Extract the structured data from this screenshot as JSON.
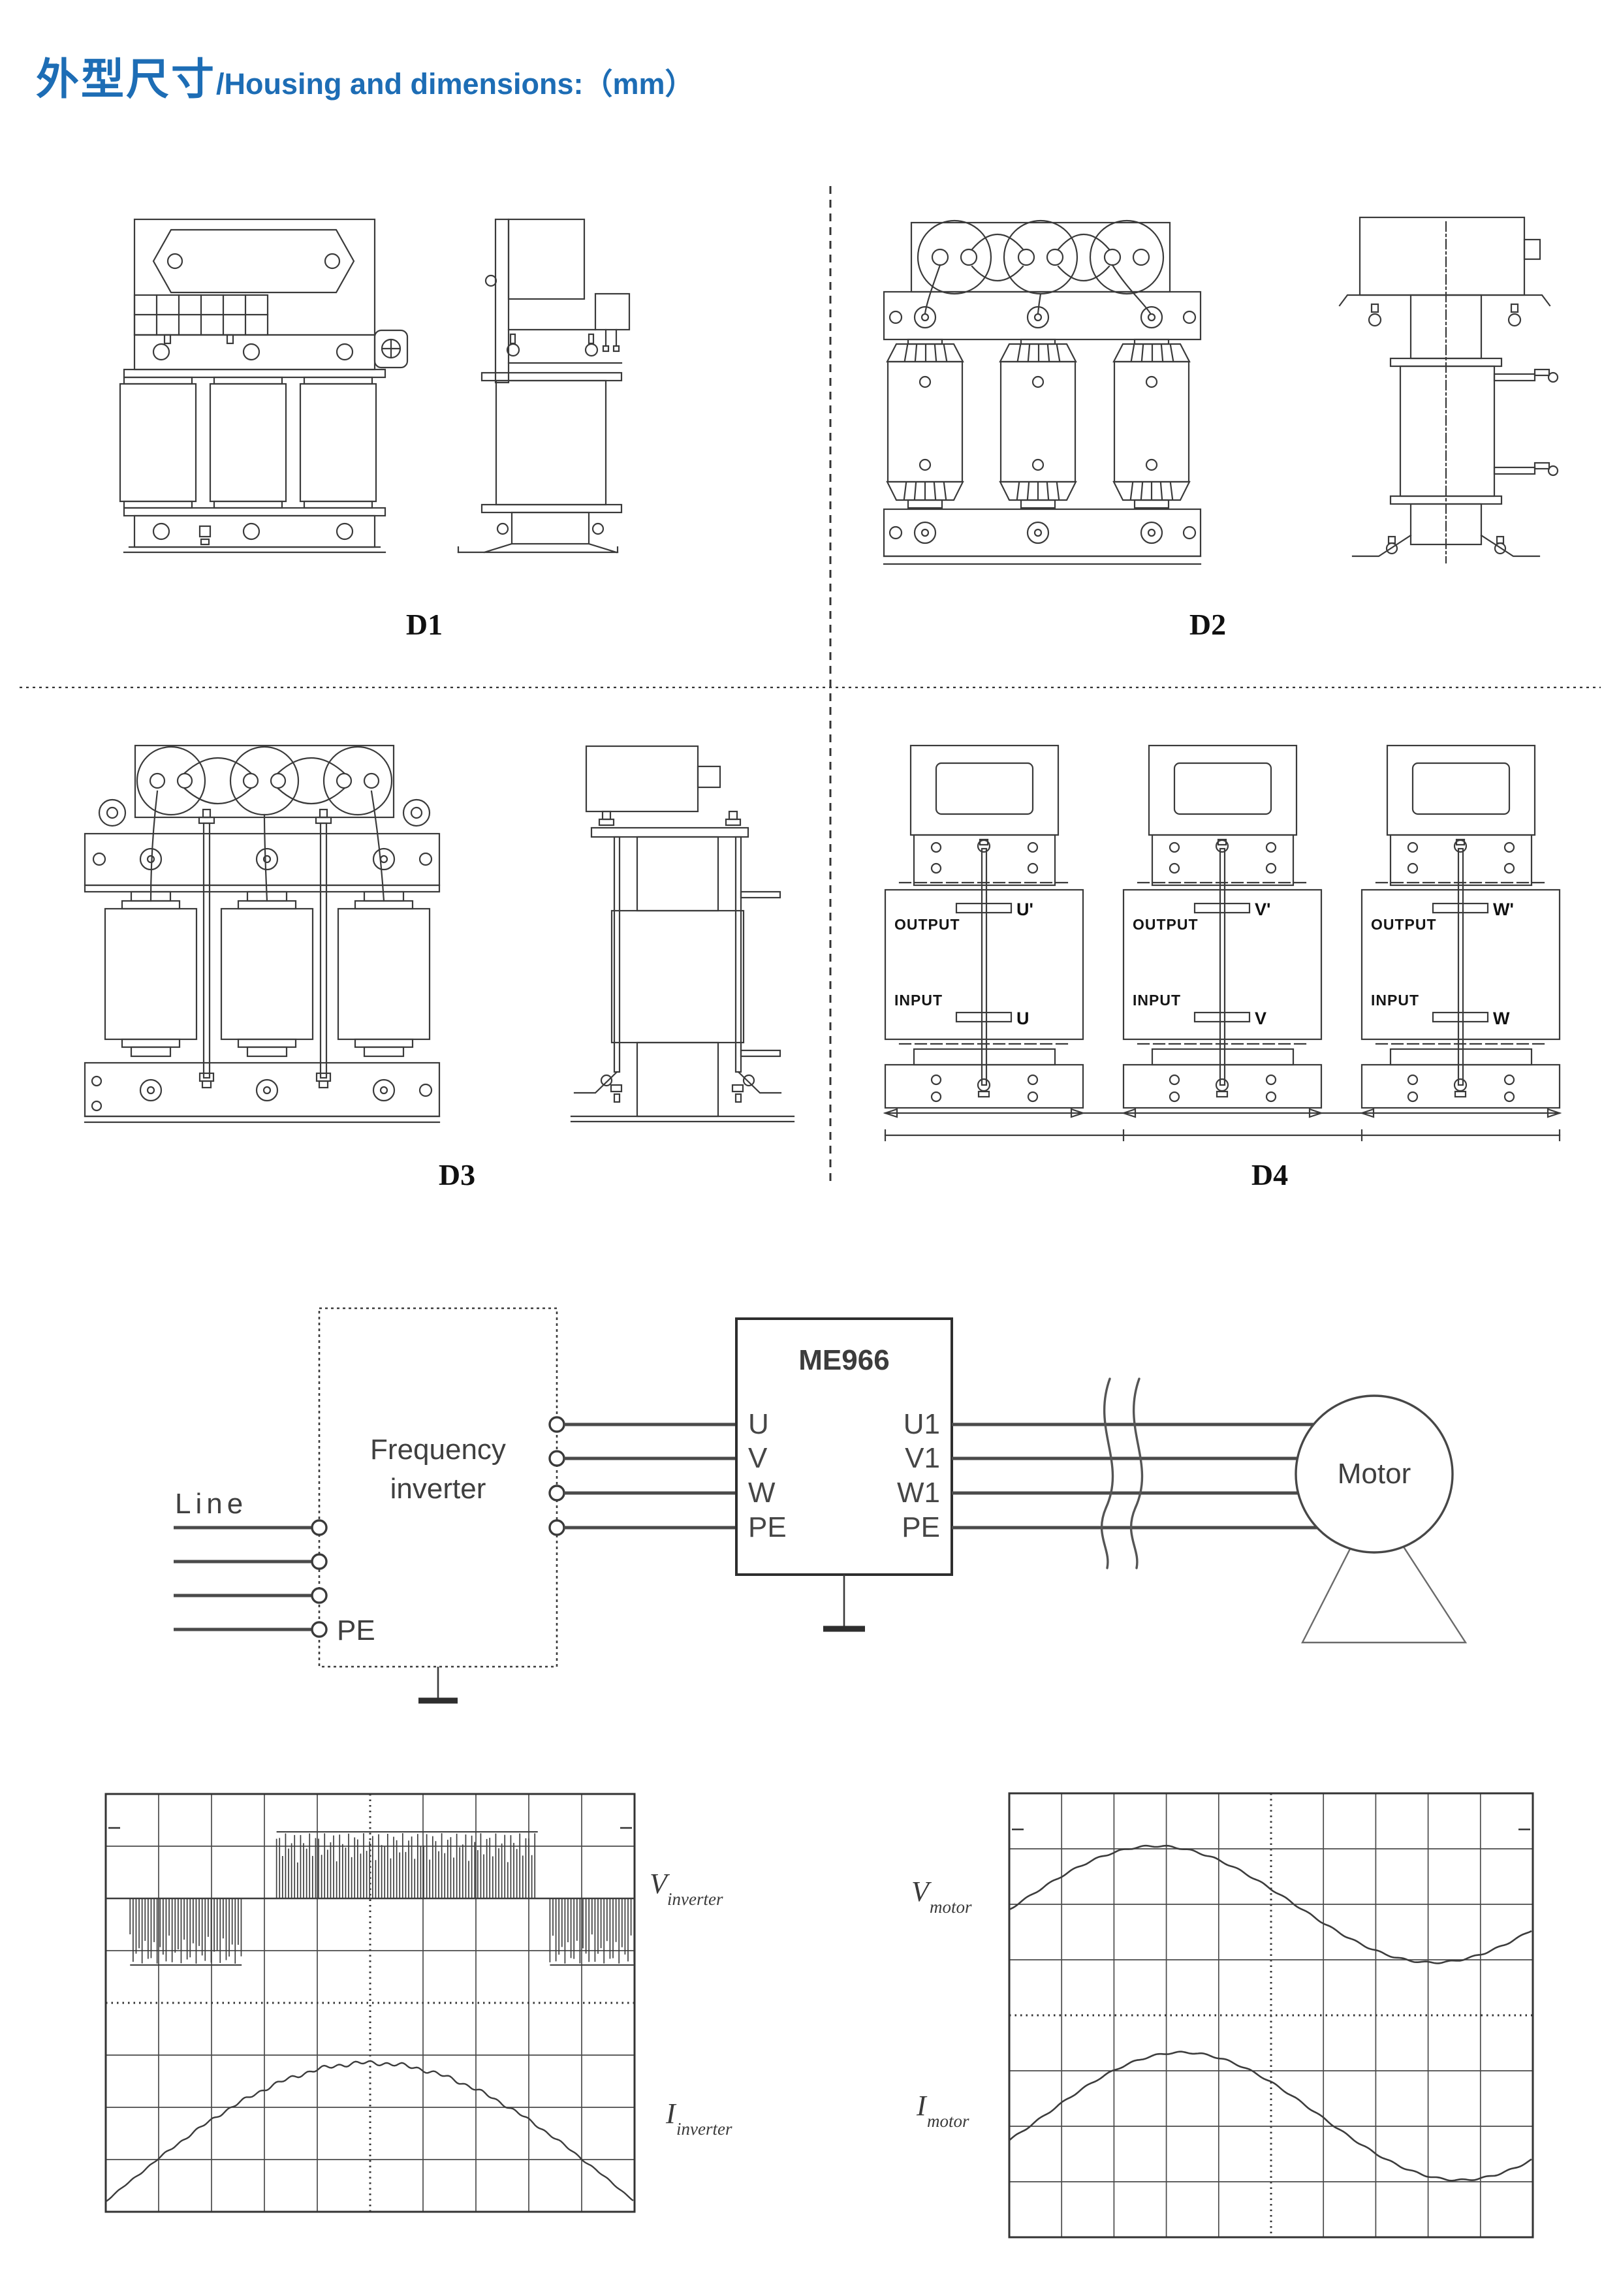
{
  "page": {
    "title": {
      "zh": "外型尺寸",
      "en": "/Housing and dimensions:（mm）"
    },
    "accent_color": "#1d6db5"
  },
  "drawings": {
    "section_d1": {
      "label": "D1"
    },
    "section_d2": {
      "label": "D2"
    },
    "section_d3": {
      "label": "D3"
    },
    "section_d4": {
      "label": "D4",
      "output_label": "OUTPUT",
      "input_label": "INPUT",
      "units": [
        {
          "output_terminal": "U'",
          "input_terminal": "U"
        },
        {
          "output_terminal": "V'",
          "input_terminal": "V"
        },
        {
          "output_terminal": "W'",
          "input_terminal": "W"
        }
      ]
    }
  },
  "circuit": {
    "line_label": "Line",
    "pe_label": "PE",
    "inverter_name_line1": "Frequency",
    "inverter_name_line2": "inverter",
    "reactor_name": "ME966",
    "input_pins": [
      "U",
      "V",
      "W",
      "PE"
    ],
    "output_pins": [
      "U1",
      "V1",
      "W1",
      "PE"
    ],
    "motor_label": "Motor"
  },
  "chart_data": [
    {
      "id": "inverter-scope",
      "type": "line",
      "grid": {
        "cols": 10,
        "rows": 8
      },
      "series": [
        {
          "name": "V inverter",
          "label_main": "V",
          "label_sub": "inverter",
          "kind": "pwm",
          "baseline_div": 2,
          "pulse_height_div": 1.25,
          "segments": [
            {
              "from": 0.046,
              "to": 0.257,
              "polarity": -1
            },
            {
              "from": 0.323,
              "to": 0.817,
              "polarity": 1
            },
            {
              "from": 0.84,
              "to": 1.0,
              "polarity": -1
            }
          ]
        },
        {
          "name": "I inverter",
          "label_main": "I",
          "label_sub": "inverter",
          "kind": "half_sine",
          "baseline_div": 7.8,
          "amplitude_div": 2.65
        }
      ]
    },
    {
      "id": "motor-scope",
      "type": "line",
      "grid": {
        "cols": 10,
        "rows": 8
      },
      "series": [
        {
          "name": "V motor",
          "label_main": "V",
          "label_sub": "motor",
          "kind": "sine",
          "zero_div": 2.0,
          "amplitude_div": 1.05,
          "period_frac": 1.06,
          "peak_frac": 0.28
        },
        {
          "name": "I motor",
          "label_main": "I",
          "label_sub": "motor",
          "kind": "sine",
          "zero_div": 5.82,
          "amplitude_div": 1.15,
          "period_frac": 1.06,
          "peak_frac": 0.33
        }
      ]
    }
  ]
}
